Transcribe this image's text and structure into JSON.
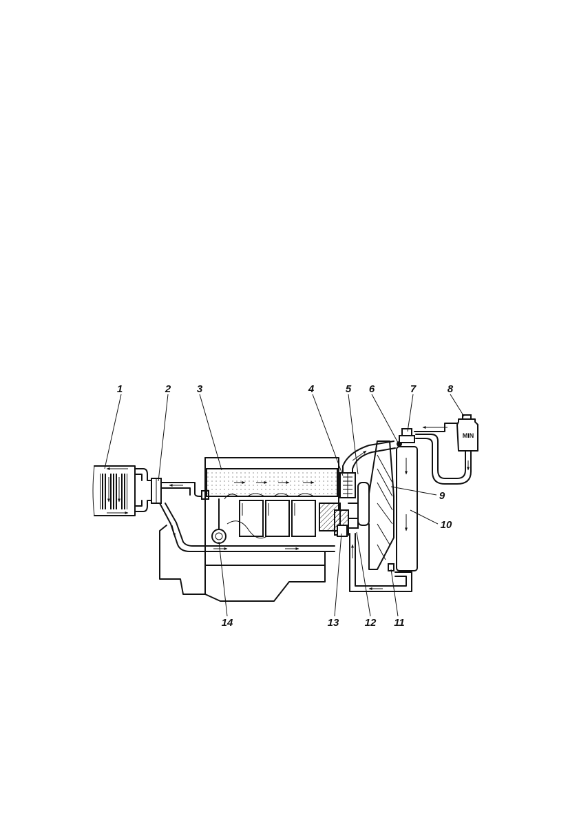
{
  "callouts": [
    {
      "id": "1",
      "label": "1"
    },
    {
      "id": "2",
      "label": "2"
    },
    {
      "id": "3",
      "label": "3"
    },
    {
      "id": "4",
      "label": "4"
    },
    {
      "id": "5",
      "label": "5"
    },
    {
      "id": "6",
      "label": "6"
    },
    {
      "id": "7",
      "label": "7"
    },
    {
      "id": "8",
      "label": "8"
    },
    {
      "id": "9",
      "label": "9"
    },
    {
      "id": "10",
      "label": "10"
    },
    {
      "id": "11",
      "label": "11"
    },
    {
      "id": "12",
      "label": "12"
    },
    {
      "id": "13",
      "label": "13"
    },
    {
      "id": "14",
      "label": "14"
    }
  ],
  "expansion_tank_marking": "MIN",
  "colors": {
    "line": "#111111",
    "background": "#ffffff"
  }
}
